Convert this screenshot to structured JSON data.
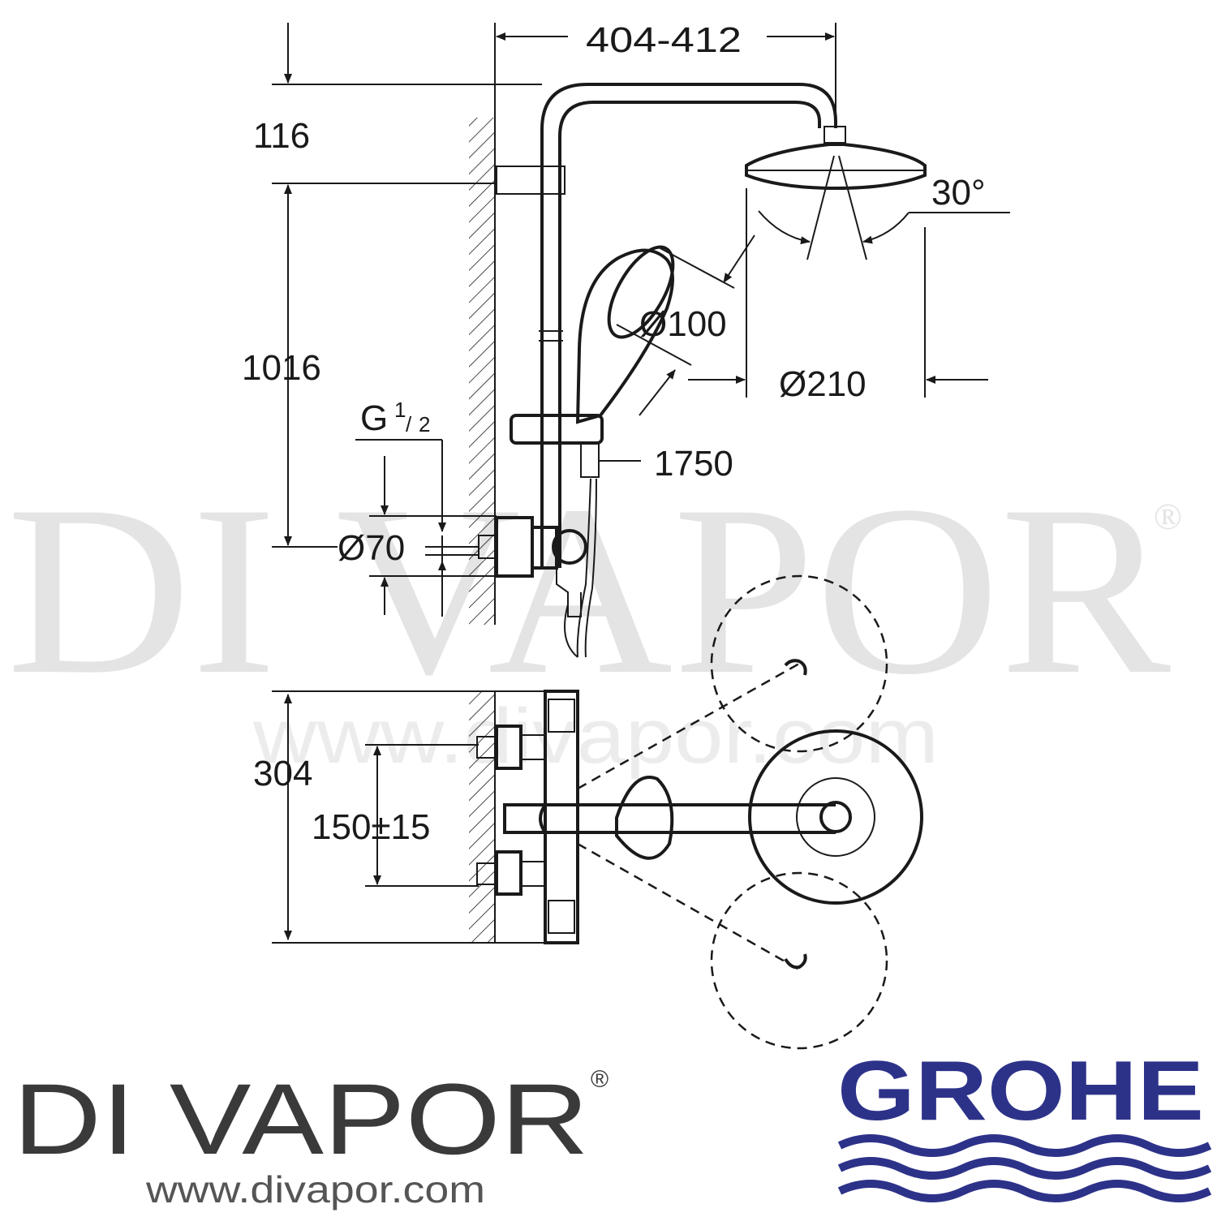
{
  "dimensions": {
    "width_reach": "404-412",
    "top_offset": "116",
    "rail_height": "1016",
    "connection_thread": "G",
    "connection_thread_fraction_num": "1",
    "connection_thread_fraction_den": "2",
    "body_diameter": "Ø70",
    "handshower_diameter": "Ø100",
    "headshower_diameter": "Ø210",
    "hose_length": "1750",
    "spray_angle": "30°",
    "mixer_length": "304",
    "inlet_centres": "150±15"
  },
  "watermark": {
    "name": "DI VAPOR",
    "registered": "®",
    "url": "www.divapor.com"
  },
  "branding": {
    "retailer_name": "DI VAPOR",
    "retailer_registered": "®",
    "retailer_url": "www.divapor.com",
    "manufacturer": "GROHE",
    "manufacturer_color": "#2d3289"
  }
}
